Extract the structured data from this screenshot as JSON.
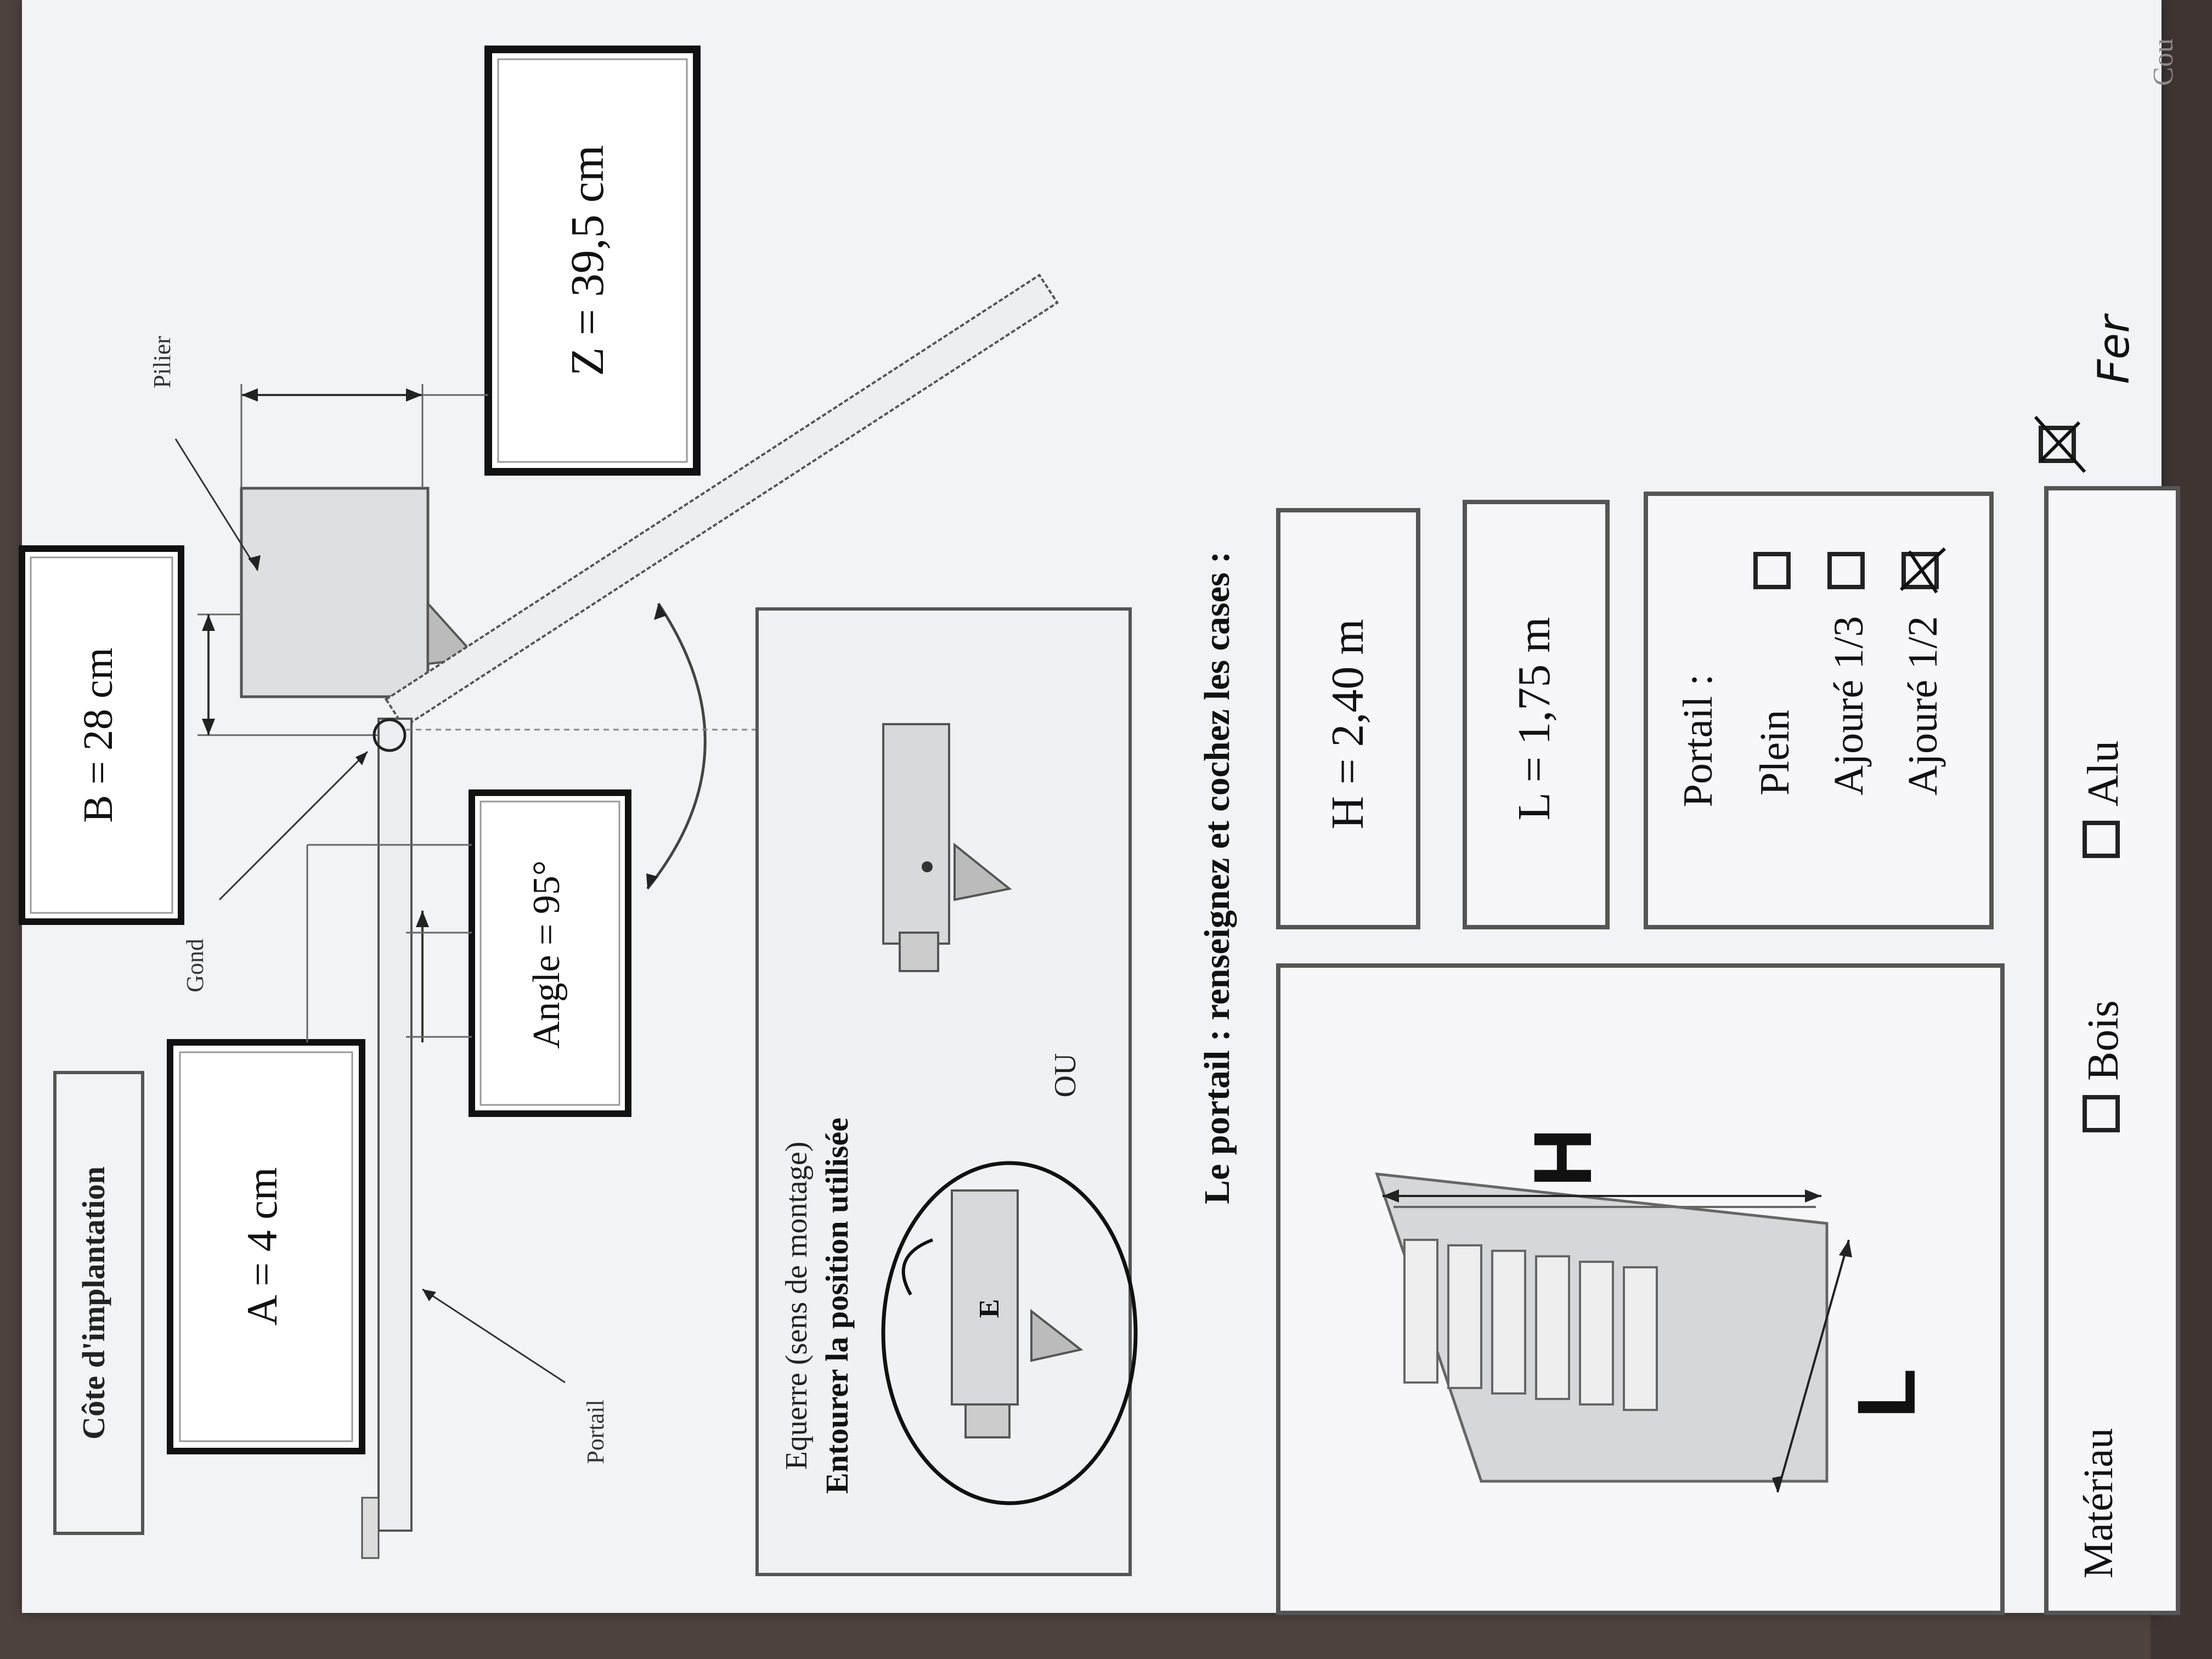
{
  "section_title": "Côte d'implantation",
  "labels": {
    "pilier": "Pilier",
    "gond": "Gond",
    "portail": "Portail"
  },
  "measures": {
    "a": "A =  4 cm",
    "b": "B = 28 cm",
    "angle": "Angle = 95°",
    "z": "Z = 39,5 cm"
  },
  "equerre": {
    "title": "Equerre (sens de montage)",
    "instruction": "Entourer la position utilisée",
    "letter": "E",
    "or_label": "OU"
  },
  "portail_section": {
    "heading": "Le portail : renseignez et cochez les cases :",
    "h_letter": "H",
    "l_letter": "L",
    "h_value": "H = 2,40 m",
    "l_value": "L = 1,75 m",
    "options_title": "Portail :",
    "options": [
      {
        "label": "Plein",
        "checked": false
      },
      {
        "label": "Ajouré 1/3",
        "checked": false
      },
      {
        "label": "Ajouré 1/2",
        "checked": true
      }
    ]
  },
  "materiau": {
    "title": "Matériau",
    "options": [
      {
        "label": "Bois",
        "checked": false
      },
      {
        "label": "Alu",
        "checked": false
      },
      {
        "label": "Fer",
        "checked": true
      }
    ]
  },
  "corner_text": "Cou"
}
